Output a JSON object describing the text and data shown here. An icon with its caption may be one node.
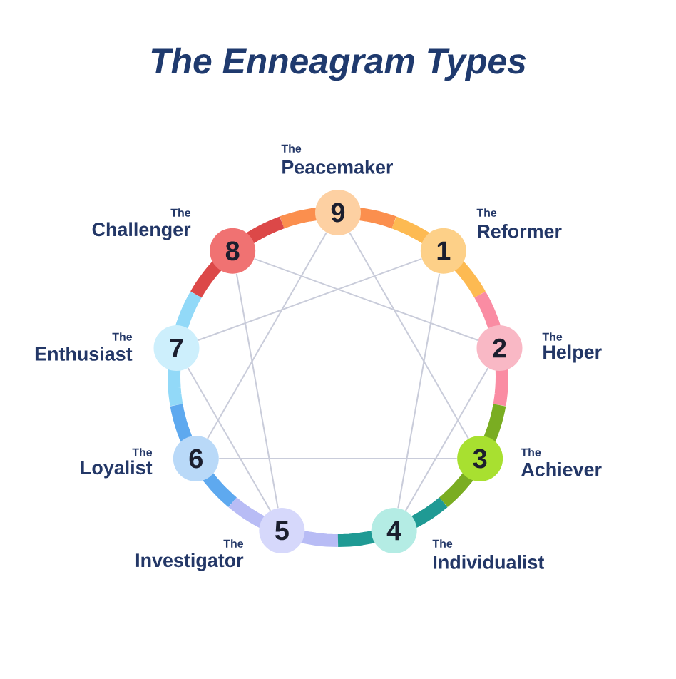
{
  "diagram": {
    "title": "The Enneagram Types",
    "nodes": [
      {
        "text": [
          "9"
        ],
        "beside": [
          "The",
          "Peacemaker"
        ]
      },
      {
        "text": [
          "8"
        ],
        "beside": [
          "The",
          "Challenger"
        ]
      },
      {
        "text": [
          "1"
        ],
        "beside": [
          "The",
          "Reformer"
        ]
      },
      {
        "text": [
          "7"
        ],
        "beside": [
          "The",
          "Enthusiast"
        ]
      },
      {
        "text": [
          "2"
        ],
        "beside": [
          "The",
          "Helper"
        ]
      },
      {
        "text": [
          "6"
        ],
        "beside": [
          "The",
          "Loyalist"
        ]
      },
      {
        "text": [
          "3"
        ],
        "beside": [
          "The",
          "Achiever"
        ]
      },
      {
        "text": [
          "5"
        ],
        "beside": [
          "The",
          "Investigator"
        ]
      },
      {
        "text": [
          "4"
        ],
        "beside": [
          "The",
          "Individualist"
        ]
      }
    ],
    "edges": [
      {
        "from": 0,
        "to": 6,
        "arrow": "none"
      },
      {
        "from": 6,
        "to": 5,
        "arrow": "none"
      },
      {
        "from": 5,
        "to": 0,
        "arrow": "none"
      },
      {
        "from": 2,
        "to": 8,
        "arrow": "none"
      },
      {
        "from": 8,
        "to": 4,
        "arrow": "none"
      },
      {
        "from": 4,
        "to": 1,
        "arrow": "none"
      },
      {
        "from": 1,
        "to": 7,
        "arrow": "none"
      },
      {
        "from": 7,
        "to": 3,
        "arrow": "none"
      },
      {
        "from": 3,
        "to": 2,
        "arrow": "none"
      }
    ]
  }
}
